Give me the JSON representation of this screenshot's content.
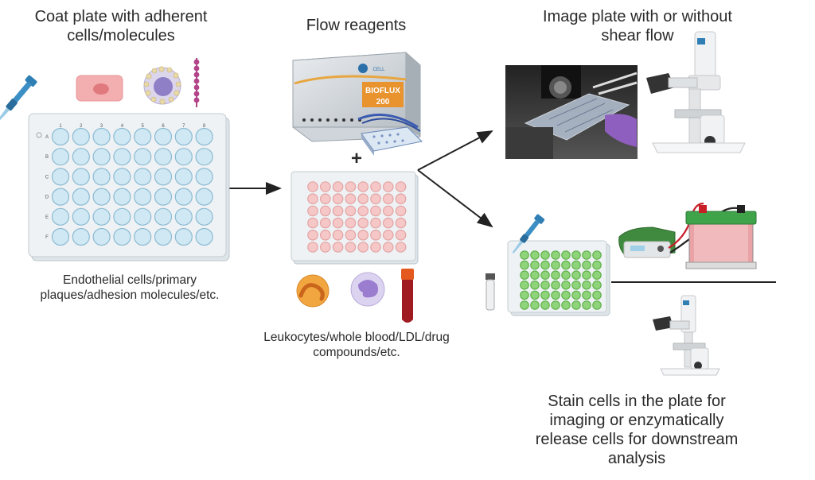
{
  "steps": {
    "coat_title": [
      "Coat plate with adherent",
      "cells/molecules"
    ],
    "coat_caption": [
      "Endothelial cells/primary",
      "plaques/adhesion molecules/etc."
    ],
    "flow_title": "Flow reagents",
    "flow_caption": [
      "Leukocytes/whole blood/LDL/drug",
      "compounds/etc."
    ],
    "image_title": [
      "Image plate with or without",
      "shear flow"
    ],
    "stain_caption": [
      "Stain cells in the plate for",
      "imaging or enzymatically",
      "release cells for downstream",
      "analysis"
    ]
  },
  "device": {
    "brand": "BIOFLUX",
    "model": "200",
    "maker": "CELL"
  },
  "plus_sign": "+",
  "plate": {
    "col_labels": [
      "1",
      "2",
      "3",
      "4",
      "5",
      "6",
      "7",
      "8"
    ],
    "row_labels": [
      "A",
      "B",
      "C",
      "D",
      "E",
      "F"
    ]
  },
  "colors": {
    "coated_well": "#cfe8f3",
    "flow_well": "#f6c7c7",
    "stain_well": "#8fd47a",
    "pipette_blue": "#2f7fb5",
    "arrow": "#222222"
  }
}
